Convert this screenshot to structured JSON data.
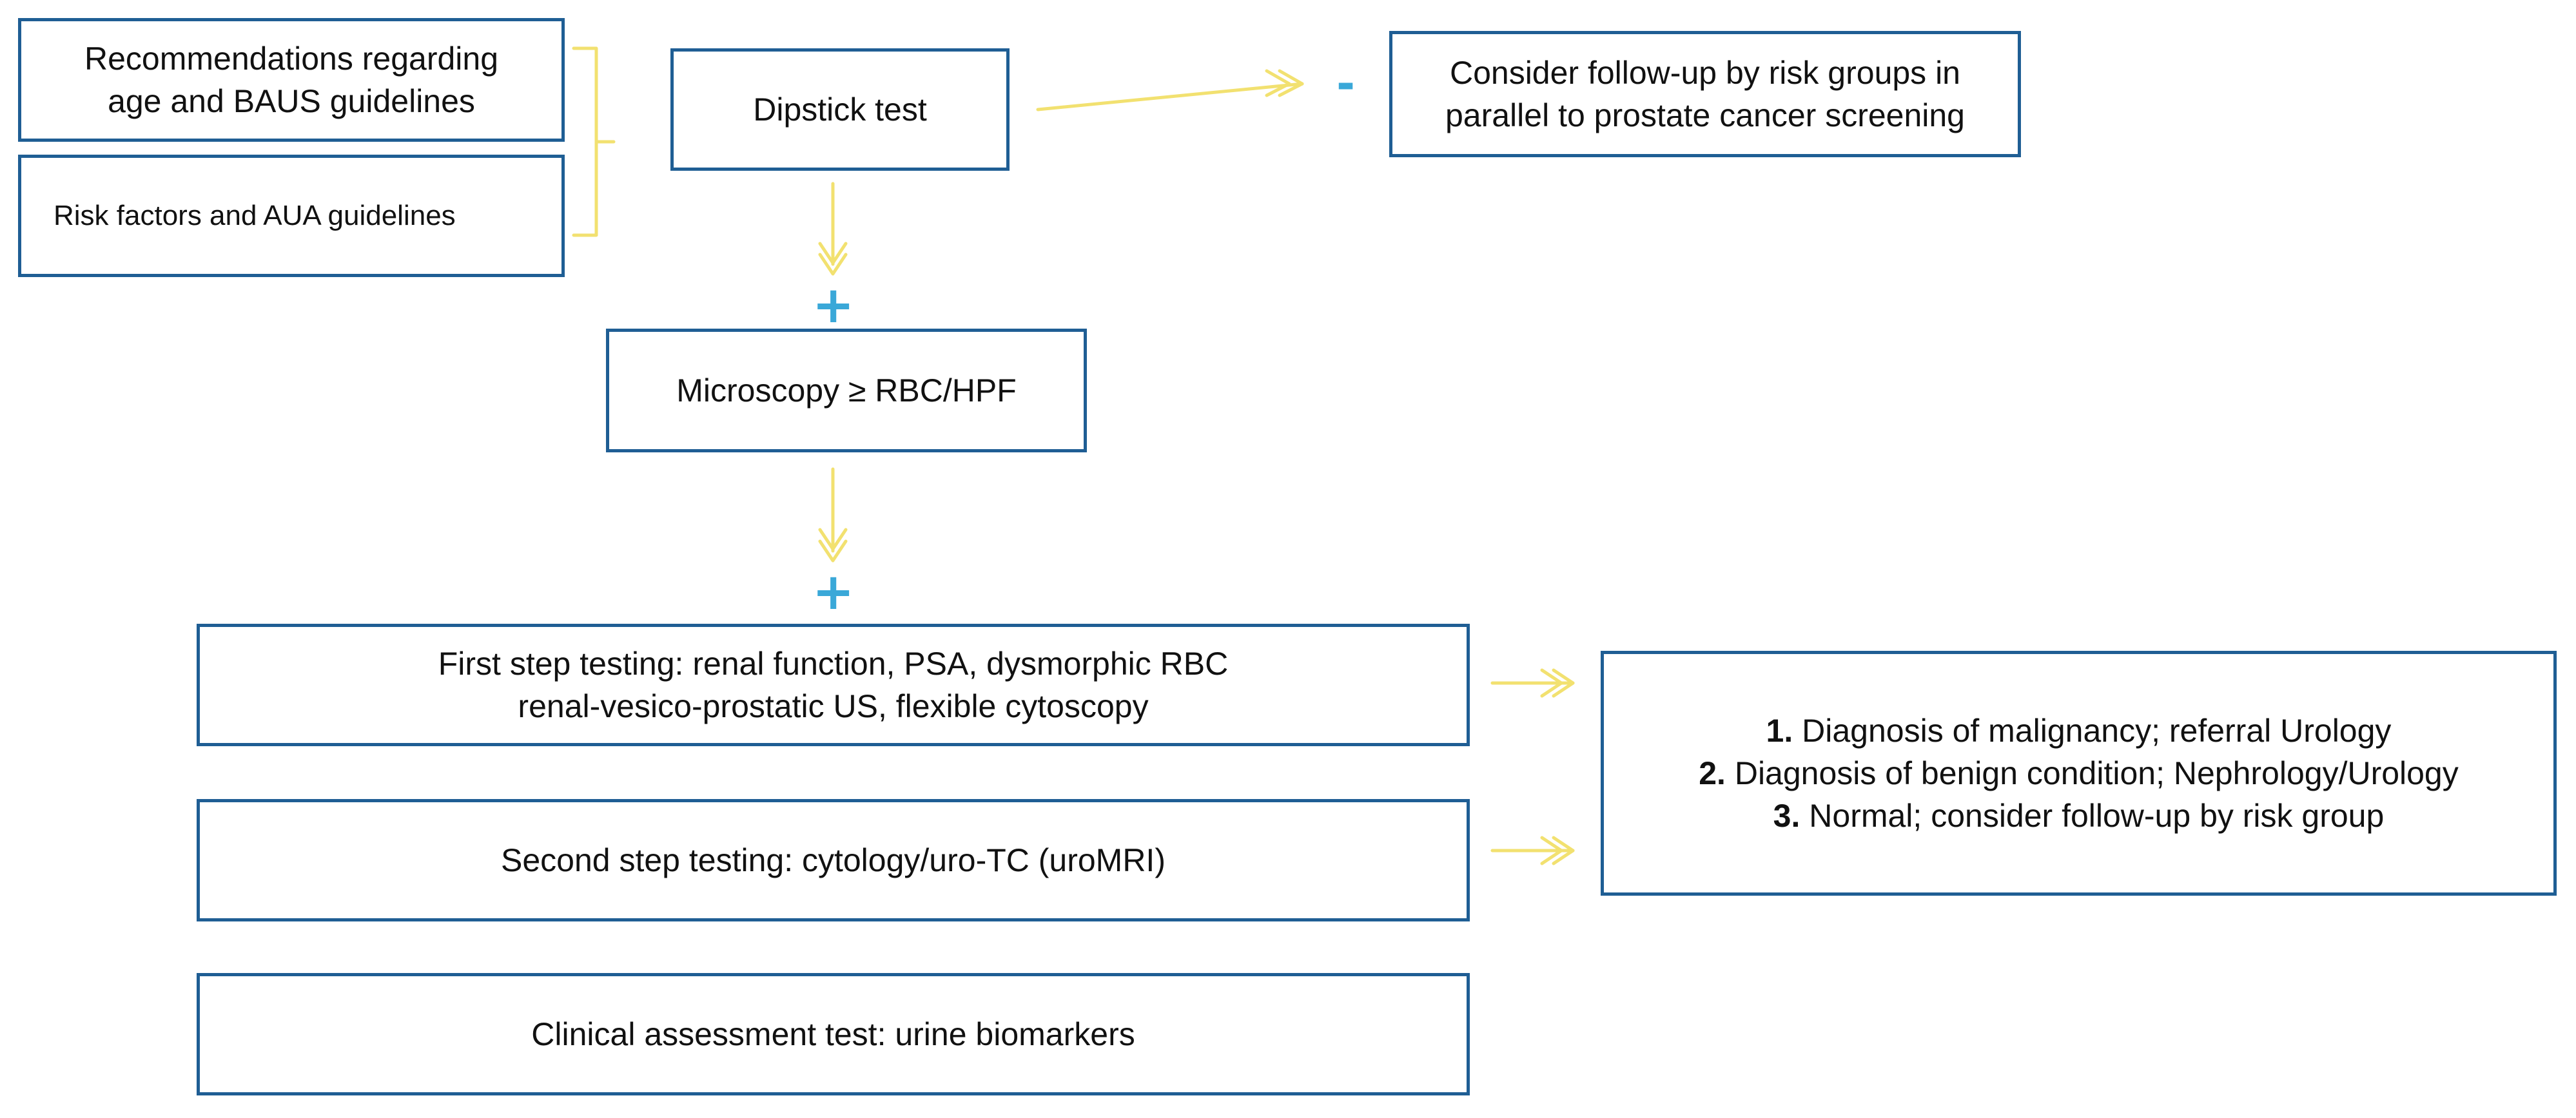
{
  "colors": {
    "box_border": "#1f5e94",
    "connector": "#f2e170",
    "sign": "#3aa8d8",
    "text": "#111111"
  },
  "guidelines": {
    "box1_lines": [
      "Recommendations regarding",
      "age and BAUS guidelines"
    ],
    "box2": "Risk factors and AUA guidelines"
  },
  "dipstick": {
    "label": "Dipstick test",
    "negative_sign": "-"
  },
  "negative_outcome": {
    "lines": [
      "Consider follow-up by risk groups in",
      "parallel to prostate cancer screening"
    ]
  },
  "plus_sign": "+",
  "microscopy": {
    "label": "Microscopy ≥ RBC/HPF"
  },
  "first_step": {
    "lines": [
      "First step testing: renal function, PSA, dysmorphic RBC",
      "renal-vesico-prostatic US, flexible cytoscopy"
    ]
  },
  "second_step": {
    "label": "Second step testing: cytology/uro-TC (uroMRI)"
  },
  "clinical": {
    "label": "Clinical assessment test: urine biomarkers"
  },
  "outcomes": [
    {
      "num": "1.",
      "text": "Diagnosis of malignancy; referral Urology"
    },
    {
      "num": "2.",
      "text": "Diagnosis of benign condition; Nephrology/Urology"
    },
    {
      "num": "3.",
      "text": "Normal; consider follow-up by risk group"
    }
  ]
}
